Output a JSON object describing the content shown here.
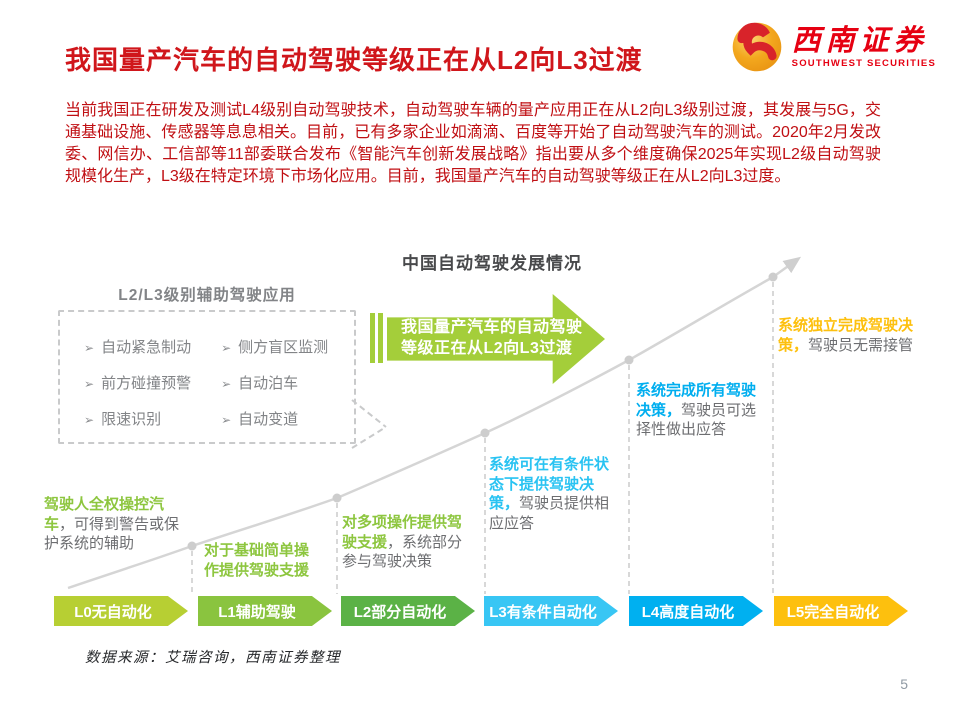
{
  "logo": {
    "cn": "西南证券",
    "en": "SOUTHWEST SECURITIES"
  },
  "title": "我国量产汽车的自动驾驶等级正在从L2向L3过渡",
  "body": "当前我国正在研发及测试L4级别自动驾驶技术，自动驾驶车辆的量产应用正在从L2向L3级别过渡，其发展与5G，交通基础设施、传感器等息息相关。目前，已有多家企业如滴滴、百度等开始了自动驾驶汽车的测试。2020年2月发改委、网信办、工信部等11部委联合发布《智能汽车创新发展战略》指出要从多个维度确保2025年实现L2级自动驾驶规模化生产，L3级在特定环境下市场化应用。目前，我国量产汽车的自动驾驶等级正在从L2向L3过度。",
  "diagram": {
    "title": "中国自动驾驶发展情况",
    "assist_box": {
      "heading": "L2/L3级别辅助驾驶应用",
      "bullet_icon": "➢",
      "items": [
        "自动紧急制动",
        "侧方盲区监测",
        "前方碰撞预警",
        "自动泊车",
        "限速识别",
        "自动变道"
      ]
    },
    "arrow_banner": {
      "line1": "我国量产汽车的自动驾驶",
      "line2": "等级正在从L2向L3过渡",
      "color": "#a4ce3a"
    },
    "levels": [
      {
        "label": "L0无自动化",
        "bar_color": "#b7cf33",
        "text_color": "#8dc63f",
        "highlight": "驾驶人全权操控汽车",
        "rest": "，可得到警告或保护系统的辅助"
      },
      {
        "label": "L1辅助驾驶",
        "bar_color": "#8ac43f",
        "text_color": "#8dc63f",
        "highlight": "对于基础简单操作提供驾驶支援",
        "rest": ""
      },
      {
        "label": "L2部分自动化",
        "bar_color": "#5bb246",
        "text_color": "#8dc63f",
        "highlight": "对多项操作提供驾驶支援",
        "rest": "，系统部分参与驾驶决策"
      },
      {
        "label": "L3有条件自动化",
        "bar_color": "#38c6f4",
        "text_color": "#29c3f2",
        "highlight": "系统可在有条件状态下提供驾驶决策，",
        "rest": "驾驶员提供相应应答"
      },
      {
        "label": "L4高度自动化",
        "bar_color": "#00b0f0",
        "text_color": "#00aeef",
        "highlight": "系统完成所有驾驶决策，",
        "rest": "驾驶员可选择性做出应答"
      },
      {
        "label": "L5完全自动化",
        "bar_color": "#fdc00e",
        "text_color": "#fdc00e",
        "highlight": "系统独立完成驾驶决策，",
        "rest": "驾驶员无需接管"
      }
    ]
  },
  "source": "数据来源：艾瑞咨询，西南证券整理",
  "page_number": "5",
  "colors": {
    "title_red": "#d0161b",
    "body_red": "#c00f13",
    "heading_gray": "#828487",
    "text_gray": "#6d6e71",
    "curve_gray": "#d5d5d5",
    "logo_red": "#e60012",
    "logo_gold": "#f3a81e"
  }
}
